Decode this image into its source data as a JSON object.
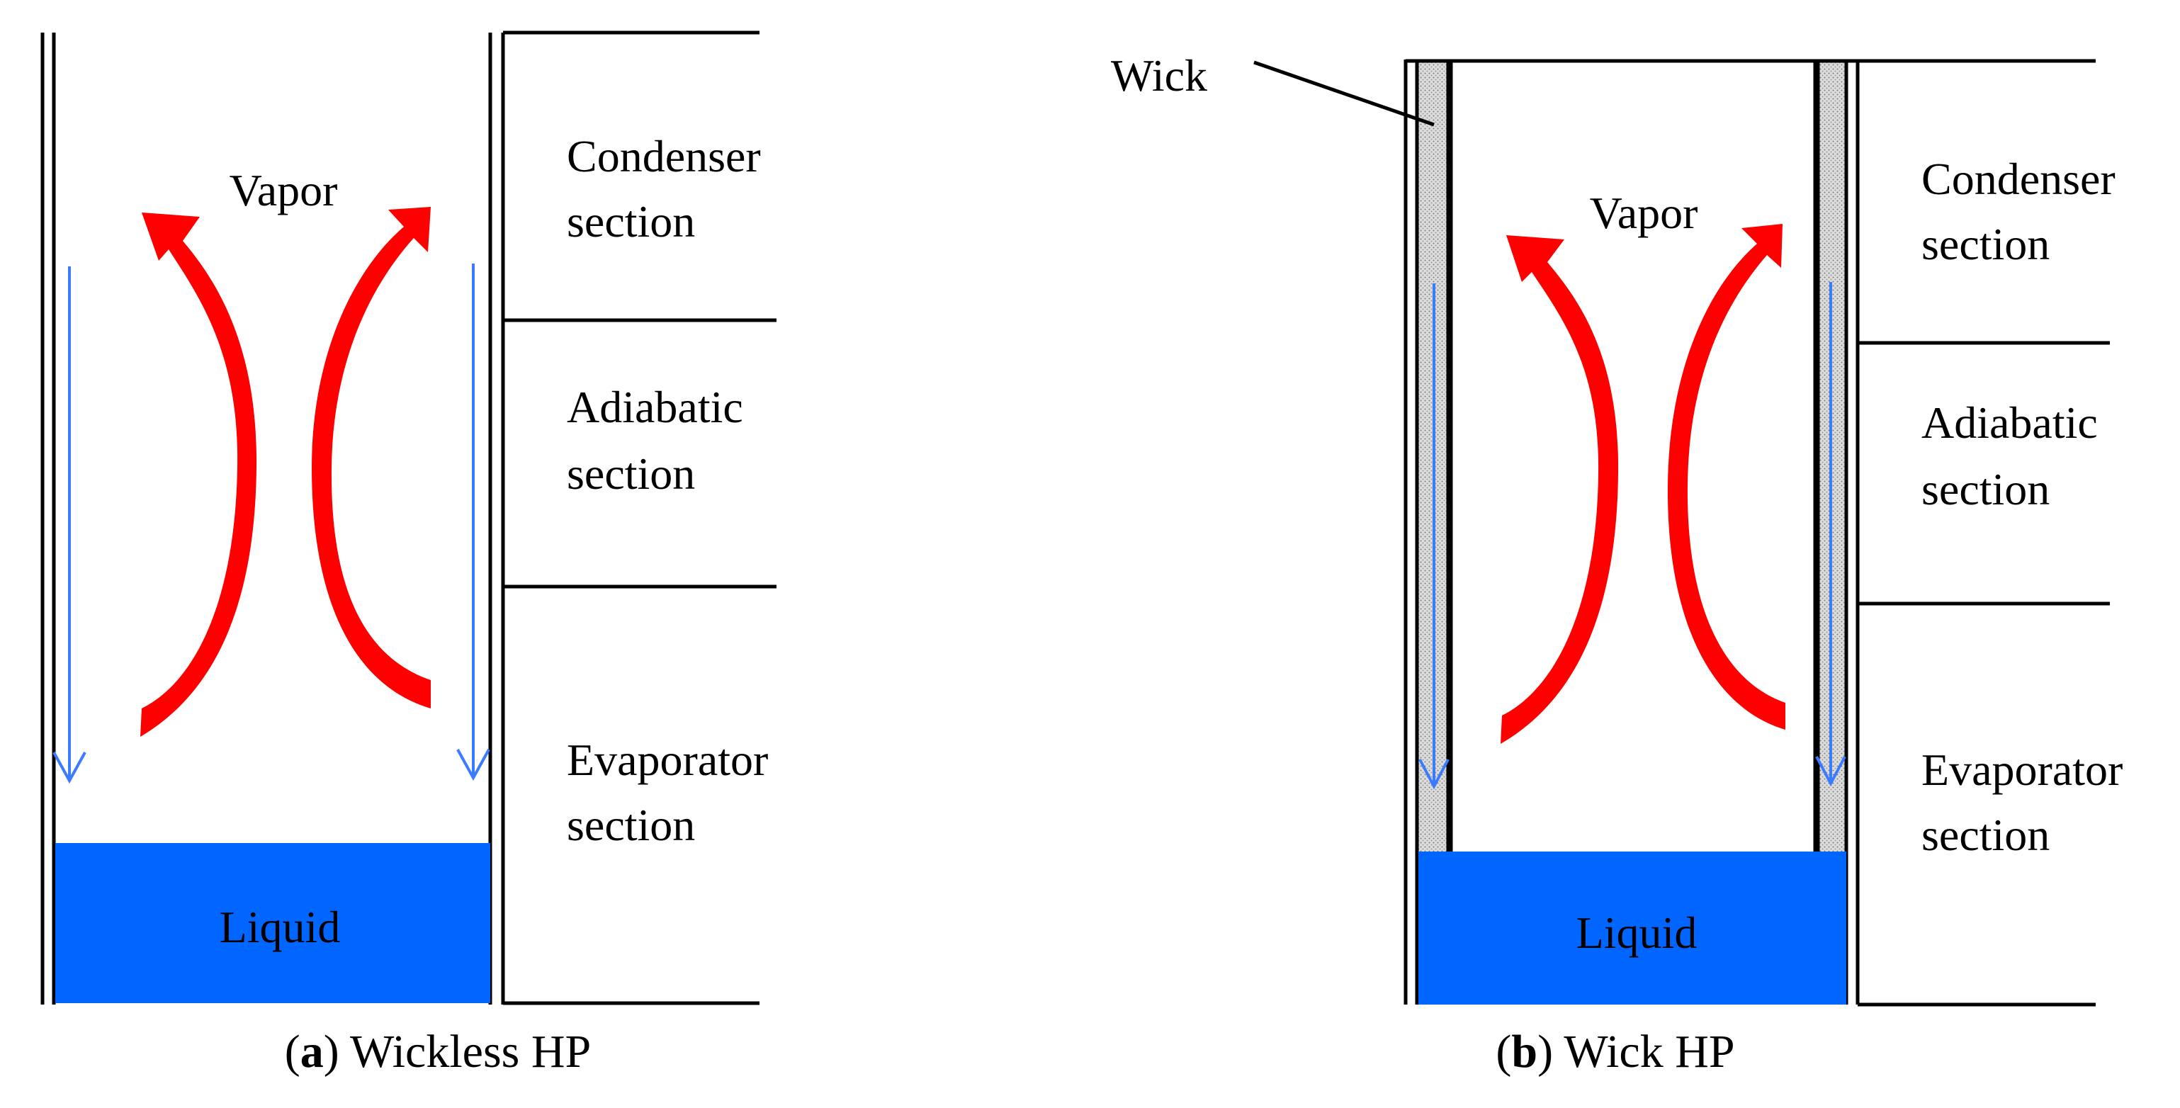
{
  "panel_a": {
    "vapor": "Vapor",
    "liquid": "Liquid",
    "sections": {
      "condenser": [
        "Condenser",
        "section"
      ],
      "adiabatic": [
        "Adiabatic",
        "section"
      ],
      "evaporator": [
        "Evaporator",
        "section"
      ]
    },
    "caption": {
      "letter": "a",
      "text": " Wickless HP"
    }
  },
  "panel_b": {
    "wick": "Wick",
    "vapor": "Vapor",
    "liquid": "Liquid",
    "sections": {
      "condenser": [
        "Condenser",
        "section"
      ],
      "adiabatic": [
        "Adiabatic",
        "section"
      ],
      "evaporator": [
        "Evaporator",
        "section"
      ]
    },
    "caption": {
      "letter": "b",
      "text": " Wick HP"
    }
  },
  "colors": {
    "vapor_arrow": "#ff0000",
    "liquid_fill": "#0066ff",
    "flow_arrow": "#3a7bff",
    "wick_fill": "#d9d9d9",
    "outline": "#000000"
  }
}
